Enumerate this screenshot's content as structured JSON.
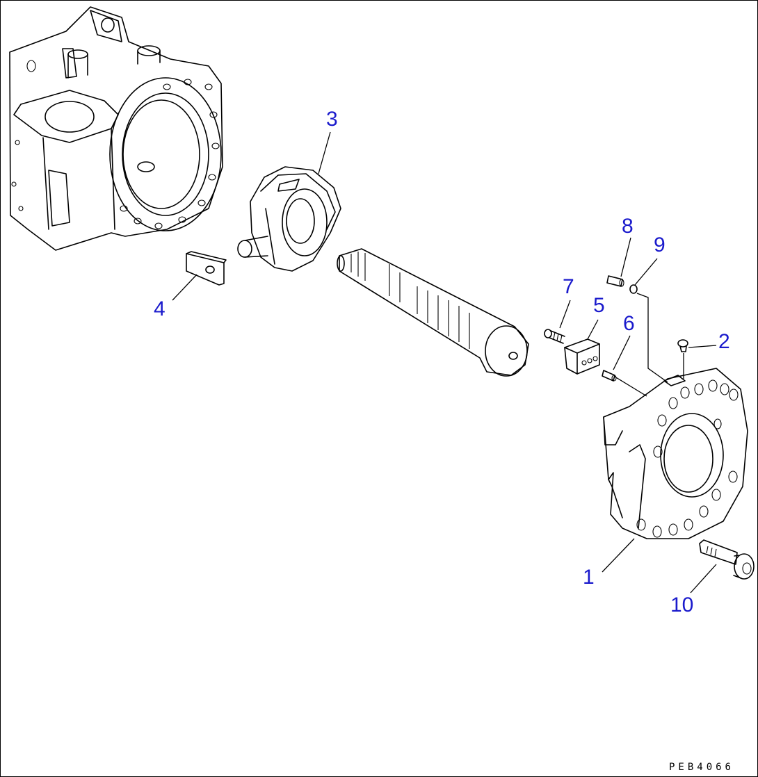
{
  "callouts": {
    "p1": "1",
    "p2": "2",
    "p3": "3",
    "p4": "4",
    "p5": "5",
    "p6": "6",
    "p7": "7",
    "p8": "8",
    "p9": "9",
    "p10": "10"
  },
  "drawing_code": "PEB4066",
  "colors": {
    "callout": "#1a1acc",
    "line": "#000000",
    "background": "#ffffff"
  }
}
